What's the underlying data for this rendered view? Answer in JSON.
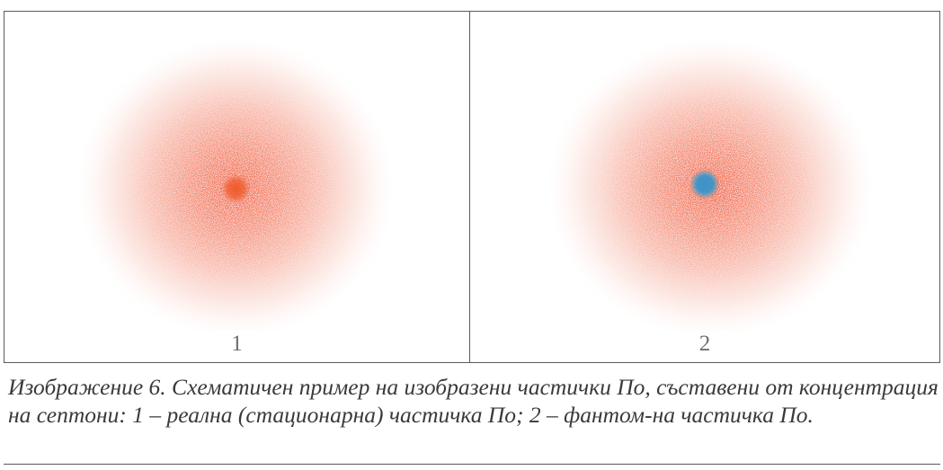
{
  "figure": {
    "panels": [
      {
        "label": "1",
        "particle_color": "#f04e28",
        "core_color": "#ee5a2a"
      },
      {
        "label": "2",
        "particle_color": "#f04e28",
        "core_color": "#3c94c8"
      }
    ],
    "caption": "Изображение 6. Схематичен пример на изобразени частички По, съставени от концентрация на септони: 1 – реална (стационарна) частичка По; 2 – фантом-на частичка По."
  }
}
